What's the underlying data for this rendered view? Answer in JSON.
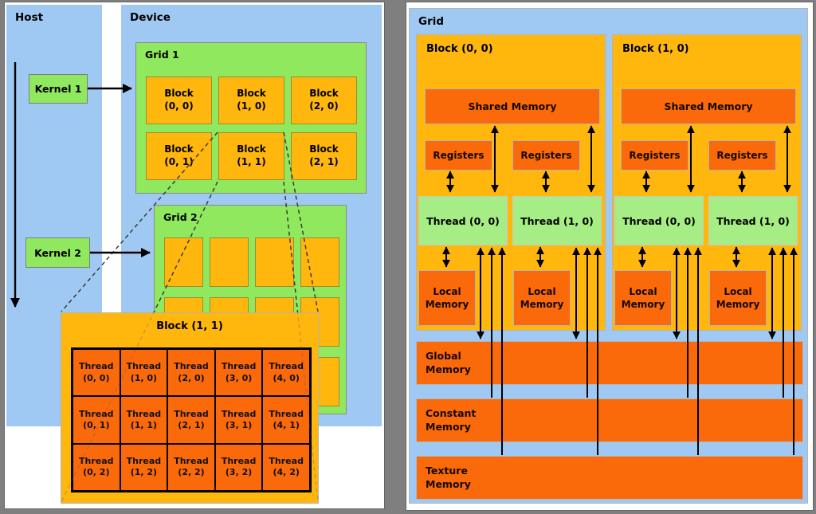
{
  "colors": {
    "bg": "#7F7F7F",
    "panel": "#FFFFFF",
    "blue": "#9FC9F2",
    "green": "#8FE85E",
    "tgreen": "#A5ED84",
    "gold": "#FFB70D",
    "orange": "#FA6A0A",
    "bgray": "#9E9E9E",
    "ink": "#000000"
  },
  "left": {
    "host_title": "Host",
    "device_title": "Device",
    "kernel1_label": "Kernel 1",
    "kernel2_label": "Kernel 2",
    "grid1": {
      "title": "Grid 1",
      "blocks": [
        "Block\n(0, 0)",
        "Block\n(1, 0)",
        "Block\n(2, 0)",
        "Block\n(0, 1)",
        "Block\n(1, 1)",
        "Block\n(2, 1)"
      ]
    },
    "grid2": {
      "title": "Grid 2"
    },
    "block_detail": {
      "title": "Block (1, 1)",
      "threads": [
        "Thread\n(0, 0)",
        "Thread\n(1, 0)",
        "Thread\n(2, 0)",
        "Thread\n(3, 0)",
        "Thread\n(4, 0)",
        "Thread\n(0, 1)",
        "Thread\n(1, 1)",
        "Thread\n(2, 1)",
        "Thread\n(3, 1)",
        "Thread\n(4, 1)",
        "Thread\n(0, 2)",
        "Thread\n(1, 2)",
        "Thread\n(2, 2)",
        "Thread\n(3, 2)",
        "Thread\n(4, 2)"
      ]
    }
  },
  "right": {
    "grid_title": "Grid",
    "blocks": [
      {
        "title": "Block (0, 0)",
        "shared_label": "Shared Memory",
        "registers": [
          "Registers",
          "Registers"
        ],
        "threads": [
          "Thread (0, 0)",
          "Thread (1, 0)"
        ],
        "locals": [
          "Local\nMemory",
          "Local\nMemory"
        ]
      },
      {
        "title": "Block (1, 0)",
        "shared_label": "Shared Memory",
        "registers": [
          "Registers",
          "Registers"
        ],
        "threads": [
          "Thread (0, 0)",
          "Thread (1, 0)"
        ],
        "locals": [
          "Local\nMemory",
          "Local\nMemory"
        ]
      }
    ],
    "memories": [
      "Global\nMemory",
      "Constant\nMemory",
      "Texture\nMemory"
    ]
  }
}
